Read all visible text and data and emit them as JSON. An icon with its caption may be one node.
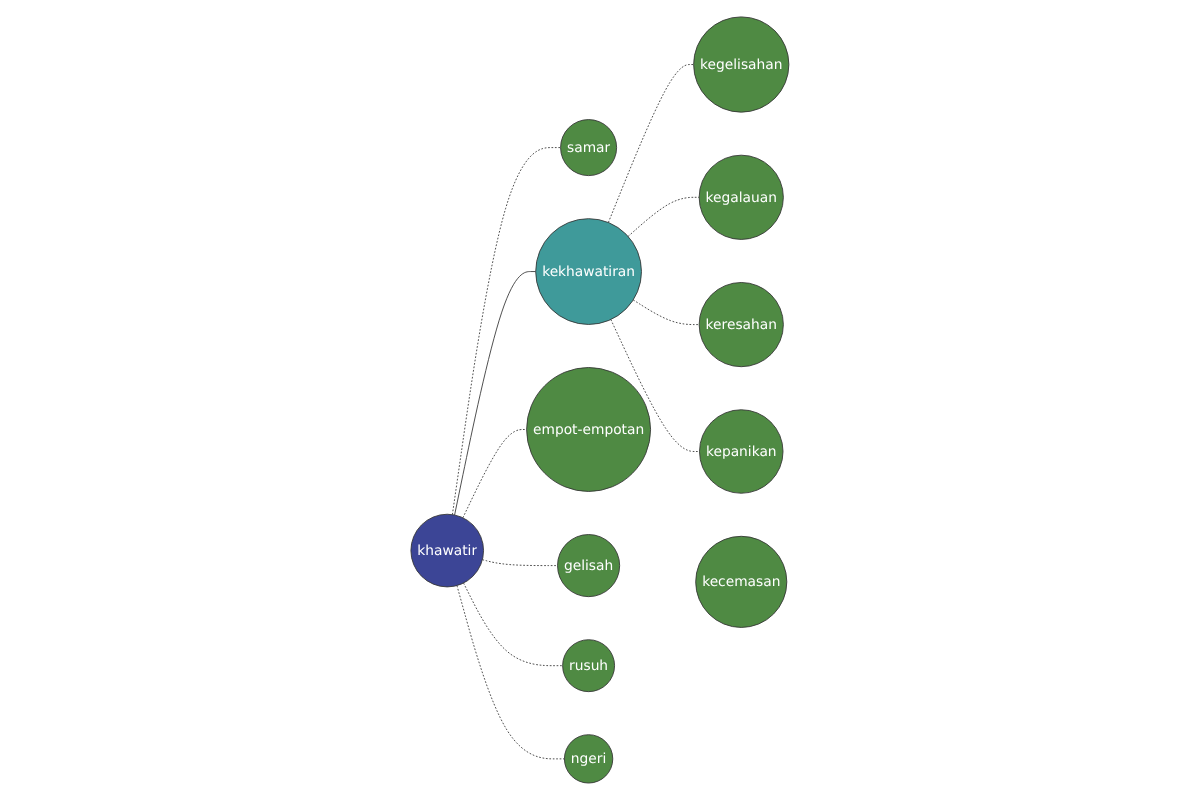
{
  "diagram": {
    "nodes": [
      {
        "text": [
          "kegelisahan"
        ]
      },
      {
        "text": [
          "kegalauan"
        ]
      },
      {
        "text": [
          "samar"
        ]
      },
      {
        "text": [
          "kekhawatiran"
        ]
      },
      {
        "text": [
          "keresahan"
        ]
      },
      {
        "text": [
          "kecemasan"
        ]
      },
      {
        "text": [
          "empot-empotan"
        ]
      },
      {
        "text": [
          "khawatir"
        ]
      },
      {
        "text": [
          "kepanikan"
        ]
      },
      {
        "text": [
          "gelisah"
        ]
      },
      {
        "text": [
          "rusuh"
        ]
      },
      {
        "text": [
          "ngeri"
        ]
      }
    ],
    "edges": [
      {
        "from": 7,
        "to": 3,
        "arrow": "none"
      },
      {
        "from": 3,
        "to": 0,
        "arrow": "none",
        "style": "dashed"
      },
      {
        "from": 3,
        "to": 1,
        "arrow": "none",
        "style": "dashed"
      },
      {
        "from": 3,
        "to": 4,
        "arrow": "none",
        "style": "dashed"
      },
      {
        "from": 3,
        "to": 8,
        "arrow": "none",
        "style": "dashed"
      },
      {
        "from": 7,
        "to": 2,
        "arrow": "none",
        "style": "dashed"
      },
      {
        "from": 7,
        "to": 6,
        "arrow": "none",
        "style": "dashed"
      },
      {
        "from": 7,
        "to": 9,
        "arrow": "none",
        "style": "dashed"
      },
      {
        "from": 7,
        "to": 10,
        "arrow": "none",
        "style": "dashed"
      },
      {
        "from": 7,
        "to": 11,
        "arrow": "none",
        "style": "dashed"
      }
    ]
  }
}
